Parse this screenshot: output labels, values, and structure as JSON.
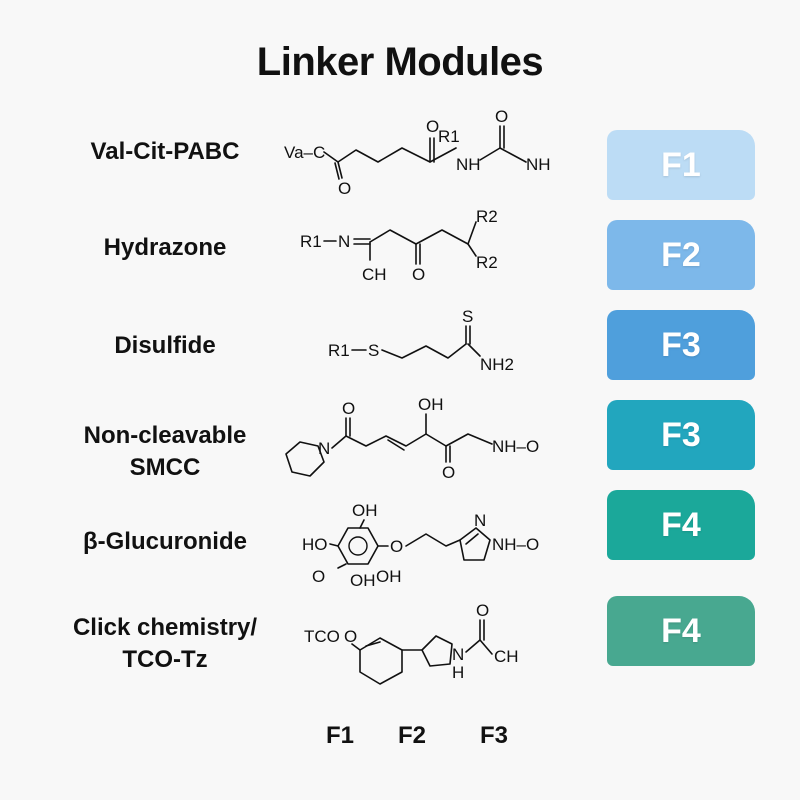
{
  "title": "Linker Modules",
  "rows": [
    {
      "name_lines": [
        "Val-Cit-PABC"
      ],
      "badge": "F1",
      "badge_color": "#bcdcf5",
      "structure_text": [
        "Va–C",
        "O",
        "O",
        "R1",
        "O",
        "NH",
        "NH"
      ]
    },
    {
      "name_lines": [
        "Hydrazone"
      ],
      "badge": "F2",
      "badge_color": "#7db8ea",
      "structure_text": [
        "R1",
        "N",
        "CH",
        "O",
        "R2",
        "R2"
      ]
    },
    {
      "name_lines": [
        "Disulfide"
      ],
      "badge": "F3",
      "badge_color": "#4f9fdc",
      "structure_text": [
        "R1",
        "S",
        "S",
        "NH2"
      ]
    },
    {
      "name_lines": [
        "Non-cleavable",
        "SMCC"
      ],
      "badge": "F3",
      "badge_color": "#22a6be",
      "structure_text": [
        "N",
        "O",
        "OH",
        "O",
        "NH–O"
      ]
    },
    {
      "name_lines": [
        "β-Glucuronide"
      ],
      "badge": "F4",
      "badge_color": "#1ba89a",
      "structure_text": [
        "OH",
        "HO",
        "O",
        "O",
        "OH",
        "OH",
        "N",
        "NH–O"
      ]
    },
    {
      "name_lines": [
        "Click chemistry/",
        "TCO-Tz"
      ],
      "badge": "F4",
      "badge_color": "#48a890",
      "structure_text": [
        "TCO",
        "O",
        "N",
        "H",
        "CH"
      ]
    }
  ],
  "axis_labels": [
    "F1",
    "F2",
    "F3"
  ]
}
